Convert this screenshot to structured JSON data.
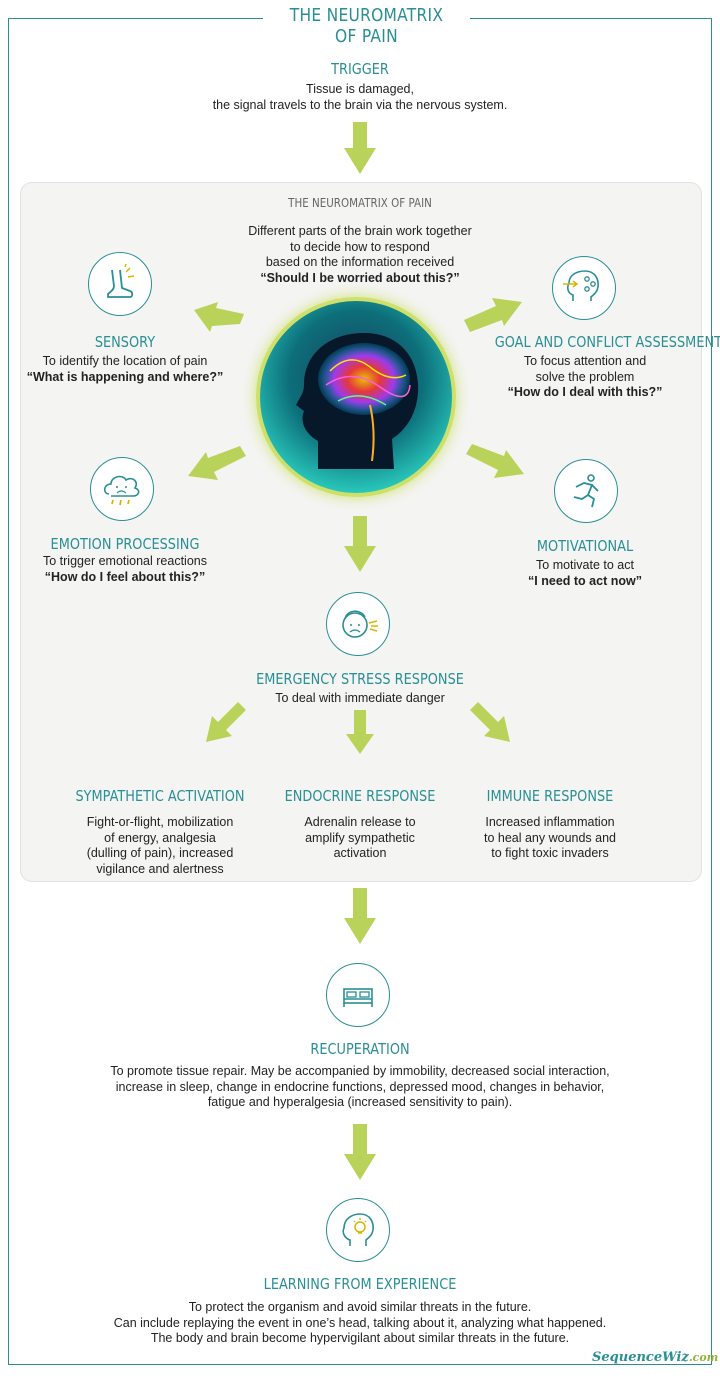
{
  "title": "THE NEUROMATRIX OF PAIN",
  "trigger": {
    "heading": "TRIGGER",
    "line1": "Tissue is damaged,",
    "line2": "the signal travels to the brain via the nervous system."
  },
  "neuromatrix": {
    "title": "THE NEUROMATRIX OF PAIN",
    "line1": "Different parts of the brain work together",
    "line2": "to decide how to respond",
    "line3": "based on the information received",
    "question": "“Should I be worried about this?”"
  },
  "sensory": {
    "heading": "SENSORY",
    "line1": "To identify the location of pain",
    "question": "“What is happening and where?”"
  },
  "goal": {
    "heading": "GOAL AND CONFLICT ASSESSMENT",
    "line1": "To focus attention and",
    "line2": "solve the problem",
    "question": "“How do I deal with this?”"
  },
  "emotion": {
    "heading": "EMOTION PROCESSING",
    "line1": "To trigger emotional reactions",
    "question": "“How do I feel about this?”"
  },
  "motivational": {
    "heading": "MOTIVATIONAL",
    "line1": "To motivate to act",
    "question": "“I need to act now”"
  },
  "emergency": {
    "heading": "EMERGENCY STRESS RESPONSE",
    "line1": "To deal with immediate danger"
  },
  "sympathetic": {
    "heading": "SYMPATHETIC ACTIVATION",
    "line1": "Fight-or-flight, mobilization",
    "line2": "of energy,  analgesia",
    "line3": "(dulling of pain), increased",
    "line4": "vigilance and alertness"
  },
  "endocrine": {
    "heading": "ENDOCRINE RESPONSE",
    "line1": "Adrenalin release to",
    "line2": "amplify sympathetic",
    "line3": "activation"
  },
  "immune": {
    "heading": "IMMUNE RESPONSE",
    "line1": "Increased inflammation",
    "line2": "to heal any wounds and",
    "line3": "to fight toxic invaders"
  },
  "recuperation": {
    "heading": "RECUPERATION",
    "line1": "To promote tissue repair. May be accompanied by immobility, decreased social interaction,",
    "line2": "increase in sleep, change in endocrine functions, depressed mood, changes in behavior,",
    "line3": "fatigue and hyperalgesia (increased sensitivity to pain)."
  },
  "learning": {
    "heading": "LEARNING FROM EXPERIENCE",
    "line1": "To protect the organism and avoid similar threats in the future.",
    "line2": "Can include replaying the event in one’s head, talking about it, analyzing what happened.",
    "line3": "The body and brain become hypervigilant about similar threats in the future."
  },
  "logo": {
    "name": "SequenceWiz",
    "suffix": ".com"
  },
  "colors": {
    "teal": "#2a8f94",
    "arrow_green": "#b9d35a",
    "panel_bg": "#f4f4f3"
  },
  "icons": [
    "foot-icon",
    "brain-flow-icon",
    "storm-cloud-icon",
    "runner-icon",
    "stressed-face-icon",
    "bed-icon",
    "head-idea-icon",
    "brain-head-image"
  ]
}
